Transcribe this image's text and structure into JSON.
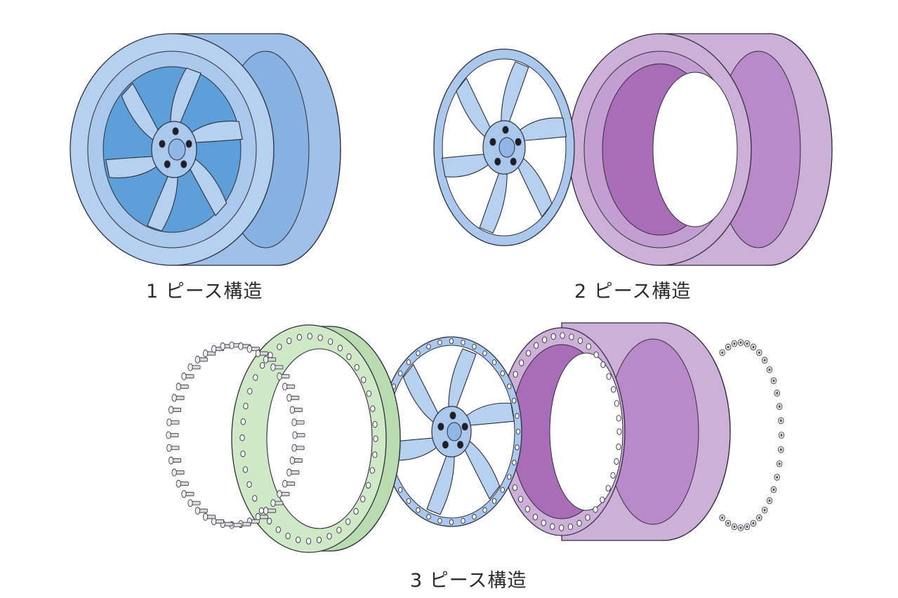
{
  "captions": {
    "one_piece": "1 ピース構造",
    "two_piece": "2 ピース構造",
    "three_piece": "3 ピース構造"
  },
  "colors": {
    "face_light": "#b6d0ef",
    "face_mid": "#9fc1e9",
    "face_dark": "#5d9fd8",
    "barrel_light": "#cdb0d7",
    "barrel_mid": "#b98ac9",
    "barrel_dark": "#a86db6",
    "lip_light": "#cfe8c6",
    "lip_mid": "#b8dcb0",
    "outline": "#2e2e3a",
    "bolt": "#dadada"
  },
  "icons": [
    "wheel-face-icon",
    "wheel-barrel-icon",
    "outer-lip-icon",
    "bolt-icon",
    "nut-icon"
  ]
}
